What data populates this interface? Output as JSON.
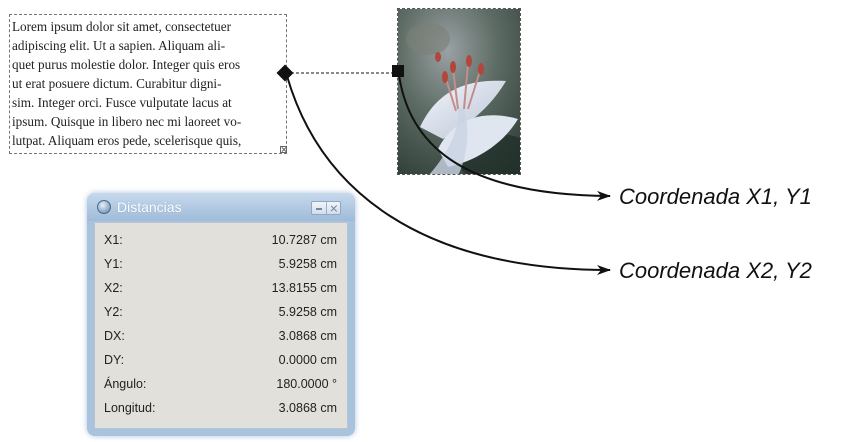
{
  "text_frame": {
    "lines": "Lorem ipsum dolor sit amet, consectetuer\nadipiscing elit. Ut a sapien. Aliquam ali-\nquet purus molestie dolor. Integer quis eros\nut erat posuere dictum. Curabitur digni-\nsim. Integer orci. Fusce vulputate lacus at\nipsum. Quisque in libero nec mi laoreet vo-\nlutpat. Aliquam eros pede, scelerisque quis,"
  },
  "callouts": {
    "first": "Coordenada X1, Y1",
    "second": "Coordenada X2, Y2"
  },
  "dialog": {
    "title": "Distancias",
    "rows": [
      {
        "label": "X1:",
        "value": "10.7287 cm"
      },
      {
        "label": "Y1:",
        "value": "5.9258 cm"
      },
      {
        "label": "X2:",
        "value": "13.8155 cm"
      },
      {
        "label": "Y2:",
        "value": "5.9258 cm"
      },
      {
        "label": "DX:",
        "value": "3.0868 cm"
      },
      {
        "label": "DY:",
        "value": "0.0000 cm"
      },
      {
        "label": "Ángulo:",
        "value": "180.0000 °"
      },
      {
        "label": "Longitud:",
        "value": "3.0868 cm"
      }
    ]
  },
  "icons": {
    "title_icon": "app-globe-icon",
    "minimize": "minimize-icon",
    "close": "close-icon",
    "overflow": "text-overflow-icon"
  },
  "colors": {
    "dialog_frame": "#a9c3df",
    "dialog_body": "#e2e0da",
    "handle": "#111111"
  }
}
